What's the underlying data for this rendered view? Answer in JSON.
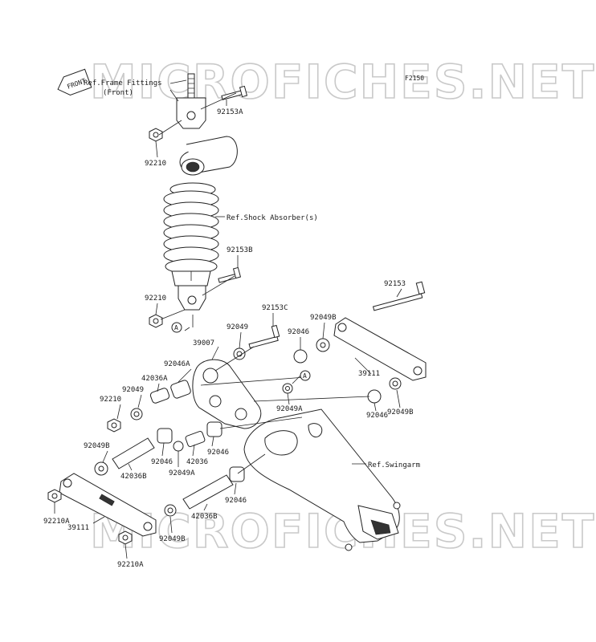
{
  "diagram_code": "F2150",
  "watermark": "MICROFICHES.NET",
  "front_arrow": "FRONT",
  "refs": {
    "frame_fittings_line1": "Ref.Frame Fittings",
    "frame_fittings_line2": "(Front)",
    "shock_absorber": "Ref.Shock Absorber(s)",
    "swingarm": "Ref.Swingarm"
  },
  "callouts": {
    "c92153A": "92153A",
    "c92210_top": "92210",
    "c92153B": "92153B",
    "c92210_mid": "92210",
    "c92153": "92153",
    "c92153C": "92153C",
    "c92049_a": "92049",
    "c92046_a": "92046",
    "c92049B_a": "92049B",
    "c39007": "39007",
    "c92046A": "92046A",
    "c42036A": "42036A",
    "c92049_b": "92049",
    "c92210_low": "92210",
    "c39111_right": "39111",
    "c92049B_b": "92049B",
    "c92046_b": "92046",
    "c92049A_a": "92049A",
    "c92049B_c": "92049B",
    "c92046_c": "92046",
    "c42036": "42036",
    "c92046_d": "92046",
    "c92049A_b": "92049A",
    "c42036B_a": "42036B",
    "c92210A_a": "92210A",
    "c39111_left": "39111",
    "c92046_e": "92046",
    "c42036B_b": "42036B",
    "c92049B_d": "92049B",
    "c92210A_b": "92210A"
  },
  "markers": {
    "a1": "A",
    "a2": "A"
  }
}
